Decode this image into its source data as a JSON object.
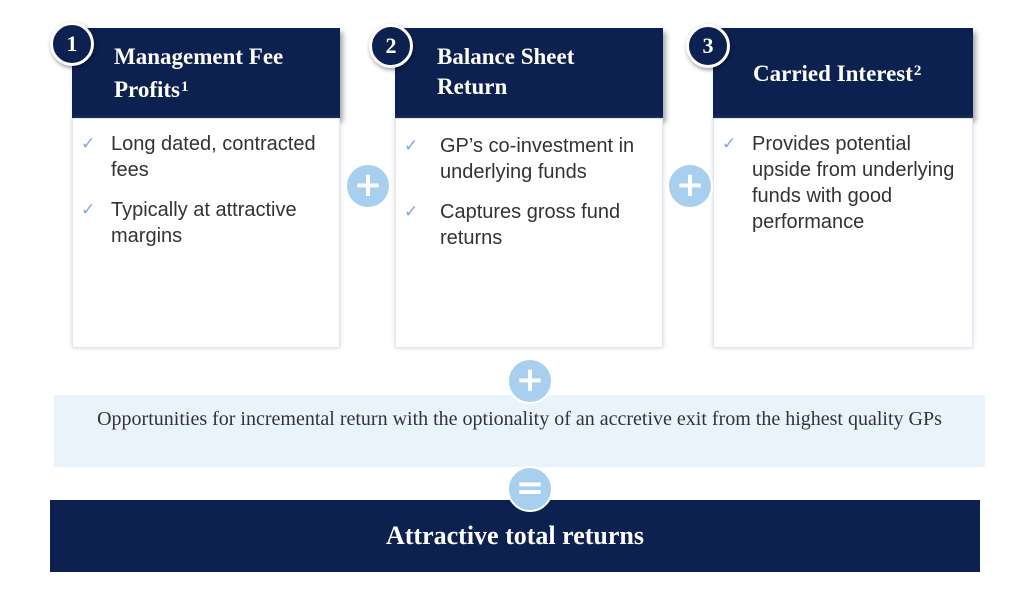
{
  "pillars": [
    {
      "number": "1",
      "title": "Management Fee Profits",
      "footnote": "1",
      "bullets": [
        "Long dated, contracted fees",
        "Typically at attractive margins"
      ]
    },
    {
      "number": "2",
      "title": "Balance Sheet Return",
      "footnote": "",
      "bullets": [
        "GP’s co-investment in underlying funds",
        "Captures gross fund returns"
      ]
    },
    {
      "number": "3",
      "title": "Carried Interest",
      "footnote": "2",
      "bullets": [
        "Provides potential upside from underlying funds with good performance"
      ]
    }
  ],
  "operators": {
    "plus": "+",
    "equals": "="
  },
  "bullet_icon": "check-icon",
  "opportunity_text": "Opportunities for incremental return with the optionality of an accretive exit from the highest quality GPs",
  "result_text": "Attractive total returns",
  "colors": {
    "navy": "#0d2150",
    "light_blue": "#a8cfee",
    "banner_bg": "#e9f3fc",
    "check": "#7fa9d9"
  }
}
